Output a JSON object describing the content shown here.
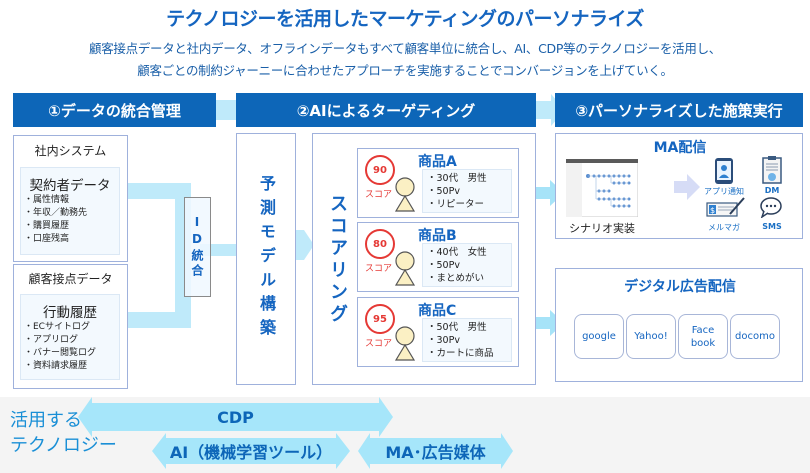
{
  "title": "テクノロジーを活用したマーケティングのパーソナライズ",
  "subtitle_lines": [
    "顧客接点データと社内データ、オフラインデータもすべて顧客単位に統合し、AI、CDP等のテクノロジーを活用し、",
    "顧客ごとの制約ジャーニーに合わせたアプローチを実施することでコンバージョンを上げていく。"
  ],
  "colors": {
    "header_blue": "#0d66b8",
    "connector_light_blue": "#bfeafa",
    "score_red": "#e53935",
    "panel_border": "#9fb1dc"
  },
  "steps": [
    {
      "label": "①データの統合管理"
    },
    {
      "label": "②AIによるターゲティング"
    },
    {
      "label": "③パーソナライズした施策実行"
    }
  ],
  "step1": {
    "internal": {
      "title": "社内システム",
      "inner_title": "契約者データ",
      "items": [
        "・属性情報",
        "・年収／勤務先",
        "・購買履歴",
        "・口座残高"
      ]
    },
    "touchpoint": {
      "title": "顧客接点データ",
      "inner_title": "行動履歴",
      "items": [
        "・ECサイトログ",
        "・アプリログ",
        "・バナー閲覧ログ",
        "・資料請求履歴"
      ]
    },
    "id_merge": "ID統合"
  },
  "step2": {
    "model_build": "予測モデル構築",
    "scoring": "スコアリング",
    "score_label": "スコア",
    "products": [
      {
        "name": "商品A",
        "score": "90",
        "details": [
          "・30代　男性",
          "・50Pv",
          "・リピーター"
        ]
      },
      {
        "name": "商品B",
        "score": "80",
        "details": [
          "・40代　女性",
          "・50Pv",
          "・まとめがい"
        ]
      },
      {
        "name": "商品C",
        "score": "95",
        "details": [
          "・50代　男性",
          "・30Pv",
          "・カートに商品"
        ]
      }
    ]
  },
  "step3": {
    "ma": {
      "title": "MA配信",
      "scenario_label": "シナリオ実装",
      "channels": [
        {
          "label": "アプリ通知",
          "icon": "smartphone-icon"
        },
        {
          "label": "DM",
          "icon": "clipboard-icon"
        },
        {
          "label": "メルマガ",
          "icon": "check-pen-icon"
        },
        {
          "label": "SMS",
          "icon": "chat-bubble-icon"
        }
      ]
    },
    "ads": {
      "title": "デジタル広告配信",
      "media": [
        {
          "lines": [
            "google"
          ]
        },
        {
          "lines": [
            "Yahoo!"
          ]
        },
        {
          "lines": [
            "Face",
            "book"
          ]
        },
        {
          "lines": [
            "docomo"
          ]
        }
      ]
    }
  },
  "tech": {
    "label_lines": [
      "活用する",
      "テクノロジー"
    ],
    "cdp": "CDP",
    "ai": "AI（機械学習ツール）",
    "ma": "MA･広告媒体"
  }
}
